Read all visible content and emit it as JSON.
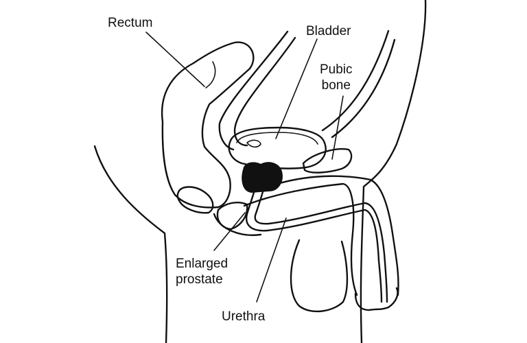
{
  "labels": {
    "rectum": "Rectum",
    "bladder": "Bladder",
    "pubic_bone": "Pubic\nbone",
    "enlarged_prostate": "Enlarged\nprostate",
    "urethra": "Urethra"
  },
  "colors": {
    "line": "#111111",
    "background": "#ffffff",
    "prostate_fill": "#111111"
  }
}
